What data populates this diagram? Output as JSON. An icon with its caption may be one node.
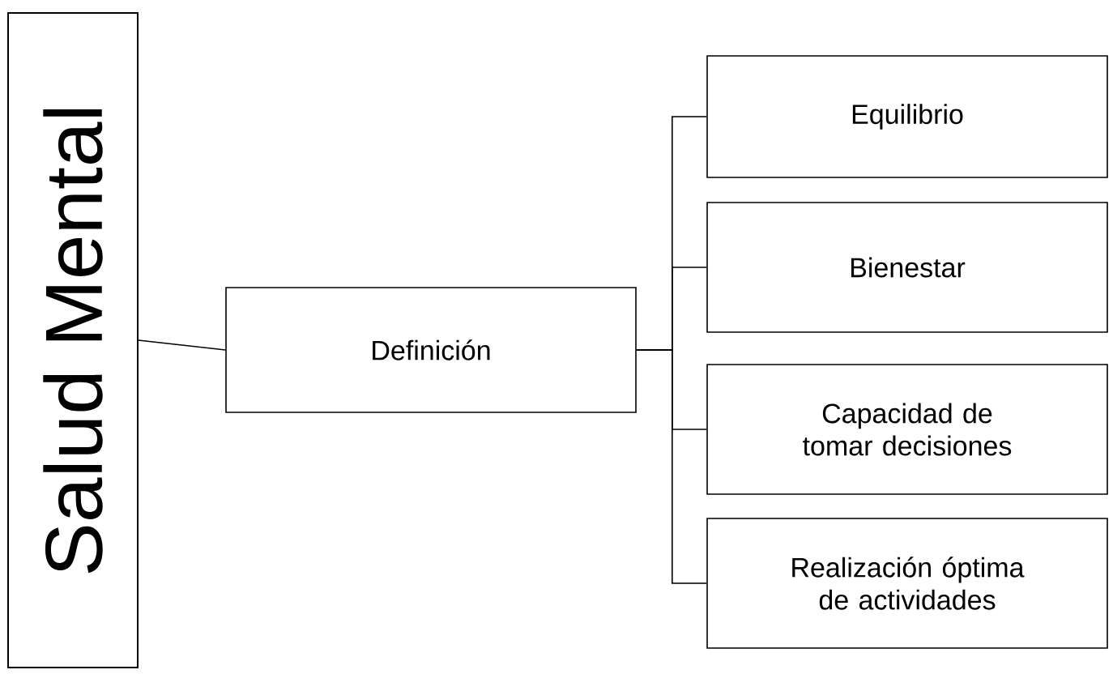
{
  "diagram": {
    "nodes": [
      {
        "text": [
          "Salud Mental"
        ]
      },
      {
        "text": [
          "Definición"
        ]
      },
      {
        "text": [
          "Equilibrio"
        ]
      },
      {
        "text": [
          "Bienestar"
        ]
      },
      {
        "text": [
          "Capacidad de tomar decisiones"
        ]
      },
      {
        "text": [
          "Realización óptima de actividades"
        ]
      }
    ],
    "edges": [
      {
        "from": 0,
        "to": 1,
        "arrow": "none"
      },
      {
        "from": 1,
        "to": 2,
        "arrow": "none"
      },
      {
        "from": 1,
        "to": 3,
        "arrow": "none"
      },
      {
        "from": 1,
        "to": 4,
        "arrow": "none"
      },
      {
        "from": 1,
        "to": 5,
        "arrow": "none"
      }
    ]
  }
}
